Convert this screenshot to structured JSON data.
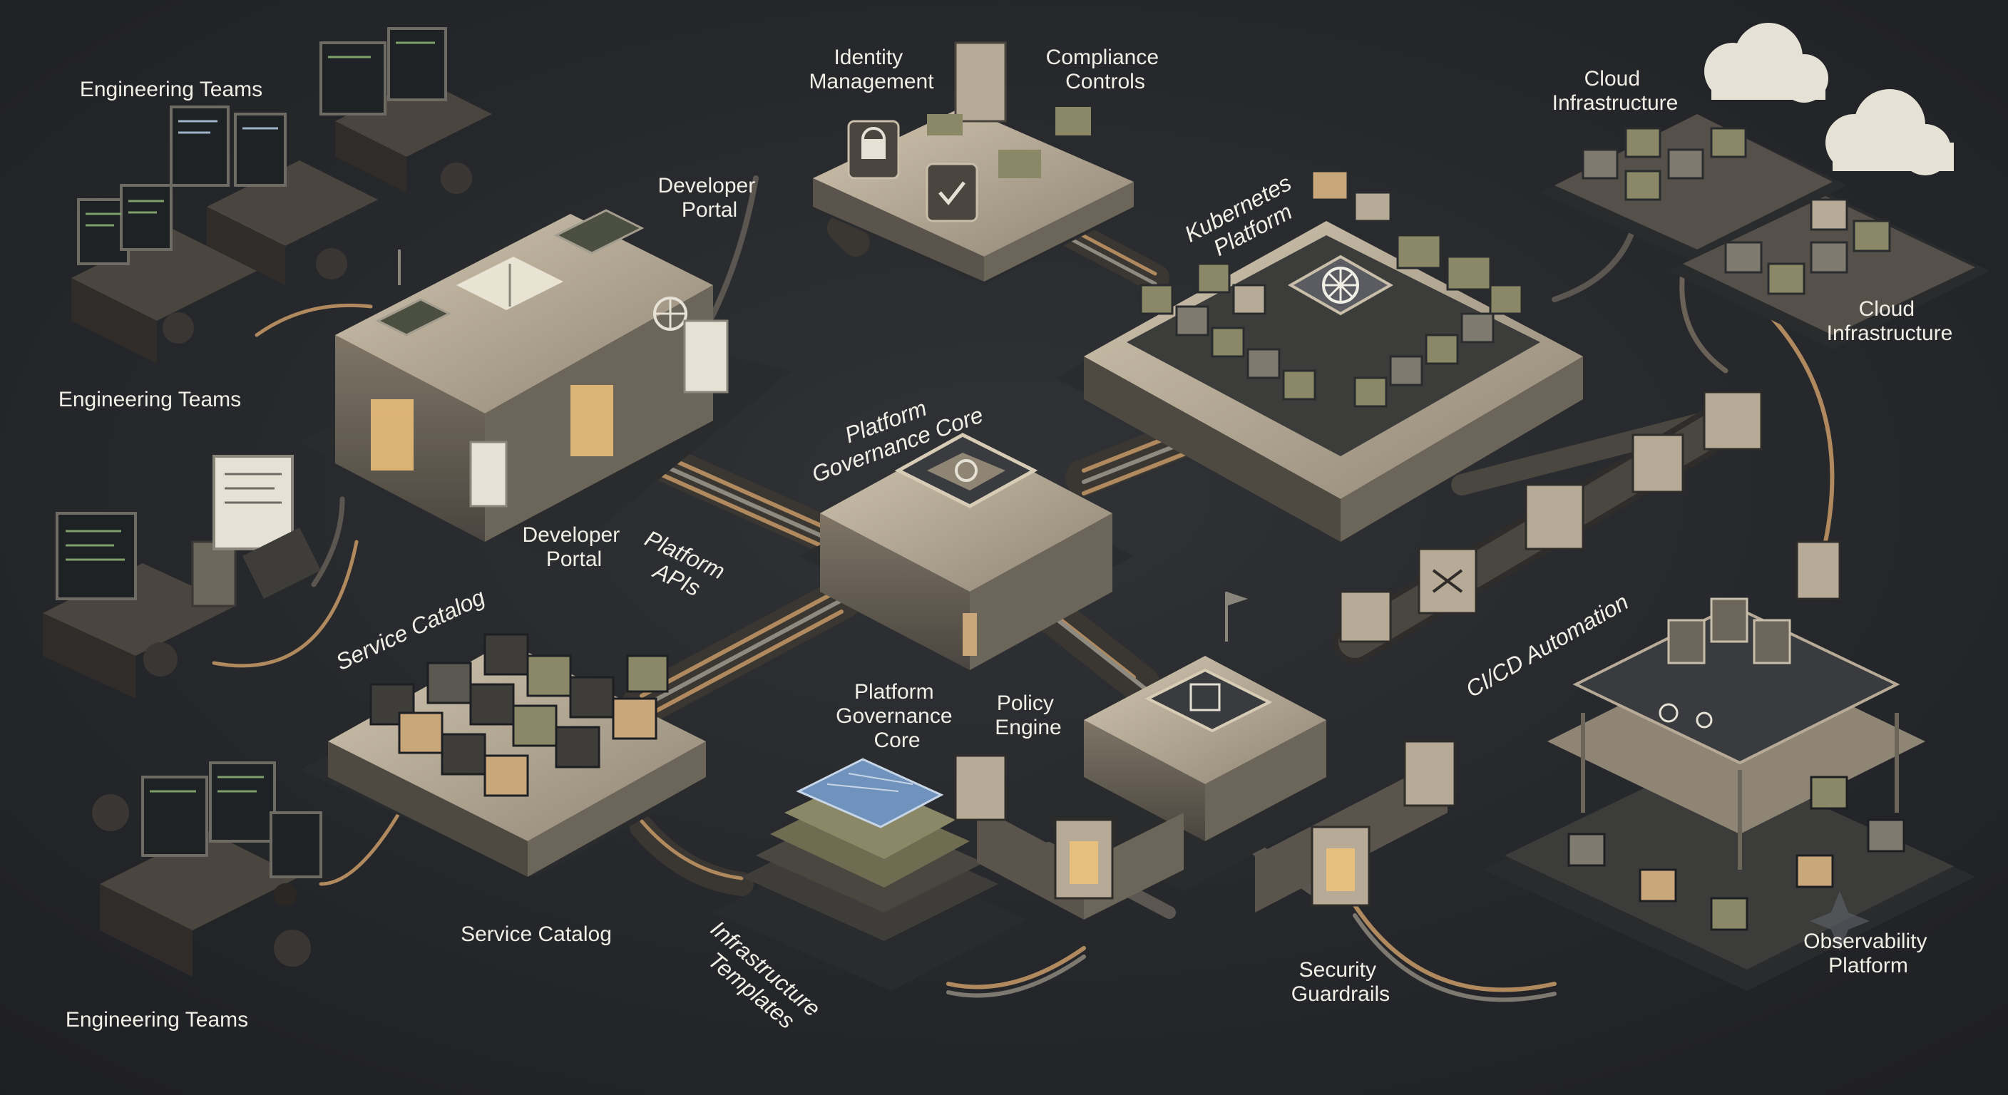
{
  "palette": {
    "background": "#25272b",
    "metal": "#b7ab97",
    "metal_dark": "#5a544c",
    "panel": "#3a3b3e",
    "olive": "#8a8866",
    "tan": "#c9a77a",
    "cable_copper": "#b08a5e",
    "glow": "#f0c27a",
    "blueprint": "#6f93bd",
    "label": "#f1eee6"
  },
  "labels": {
    "engineering_teams_top": "Engineering Teams",
    "engineering_teams_mid": "Engineering Teams",
    "engineering_teams_bottom": "Engineering Teams",
    "developer_portal_top": [
      "Developer",
      "Portal"
    ],
    "developer_portal_bottom": [
      "Developer",
      "Portal"
    ],
    "identity_management": [
      "Identity",
      "Management"
    ],
    "compliance_controls": [
      "Compliance",
      "Controls"
    ],
    "kubernetes_platform": [
      "Kubernetes",
      "Platform"
    ],
    "cloud_infrastructure_top": [
      "Cloud",
      "Infrastructure"
    ],
    "cloud_infrastructure_right": [
      "Cloud",
      "Infrastructure"
    ],
    "platform_governance_core_italic": [
      "Platform",
      "Governance Core"
    ],
    "platform_governance_core": [
      "Platform",
      "Governance",
      "Core"
    ],
    "platform_apis": [
      "Platform",
      "APIs"
    ],
    "service_catalog_italic": "Service Catalog",
    "service_catalog": "Service Catalog",
    "policy_engine": [
      "Policy",
      "Engine"
    ],
    "cicd_automation": "CI/CD Automation",
    "infrastructure_templates": [
      "Infrastructure",
      "Templates"
    ],
    "security_guardrails": [
      "Security",
      "Guardrails"
    ],
    "observability_platform": [
      "Observability",
      "Platform"
    ]
  },
  "icons": {
    "kubernetes": "helm-wheel-icon",
    "identity": "padlock-icon",
    "compliance": "checkmark-shield-icon",
    "cloud": "cloud-icon",
    "portal": "globe-icon",
    "policy": "chip-icon"
  }
}
